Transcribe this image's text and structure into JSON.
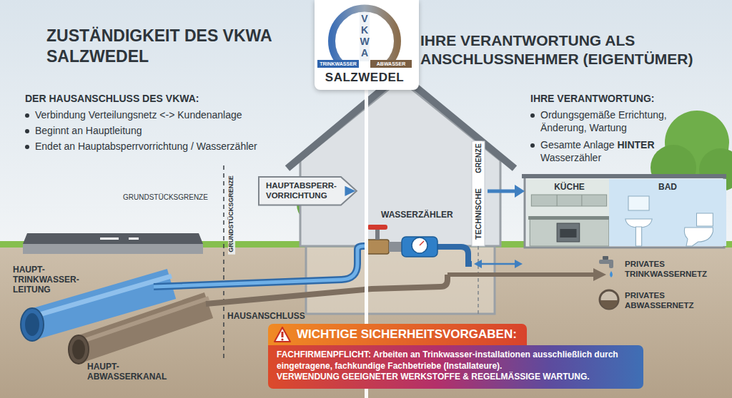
{
  "diagram": {
    "nodes": [
      {
        "text": [
          "VKWA",
          "TRINKWASSER",
          "ABWASSER",
          "SALZWEDEL"
        ]
      },
      {
        "text": [
          "HAUPTABSPERR- VORRICHTUNG"
        ]
      },
      {
        "text": [
          "KÜCHE"
        ]
      },
      {
        "text": [
          "BAD"
        ]
      },
      {
        "text": [
          "WICHTIGE SICHERHEITSVORGABEN:",
          "FACHFIRMENPFLICHT: Arbeiten an Trinkwasser-installationen ausschließlich durch eingetragene, fachkundige Fachbetriebe (Installateure).",
          "VERWENDUNG GEEIGNETER WERKSTOFFE & REGELMÄSSIGE WARTUNG."
        ]
      }
    ],
    "labels": [
      "ZUSTÄNDIGKEIT DES VKWA SALZWEDEL",
      "IHRE VERANTWORTUNG ALS ANSCHLUSSNEHMER (EIGENTÜMER)",
      "DER HAUSANSCHLUSS DES VKWA:",
      "Verbindung Verteilungsnetz <-> Kundenanlage",
      "Beginnt an Hauptleitung",
      "Endet an Hauptabsperrvorrichtung / Wasserzähler",
      "GRUNDSTÜCKSGRENZE",
      "GRUNDSTÜCKSGRENZE",
      "WASSERZÄHLER",
      "GRENZE",
      "TECHNISCHE",
      "IHRE VERANTWORTUNG:",
      "Ordungsgemäße Errichtung, Änderung, Wartung",
      "Gesamte Anlage HINTER Wasserzähler",
      "PRIVATES TRINKWASSERNETZ",
      "PRIVATES ABWASSERNETZ",
      "HAUPT- TRINKWASSER- LEITUNG",
      "HAUPT- ABWASSERKANAL",
      "HAUSANSCHLUSS"
    ]
  }
}
